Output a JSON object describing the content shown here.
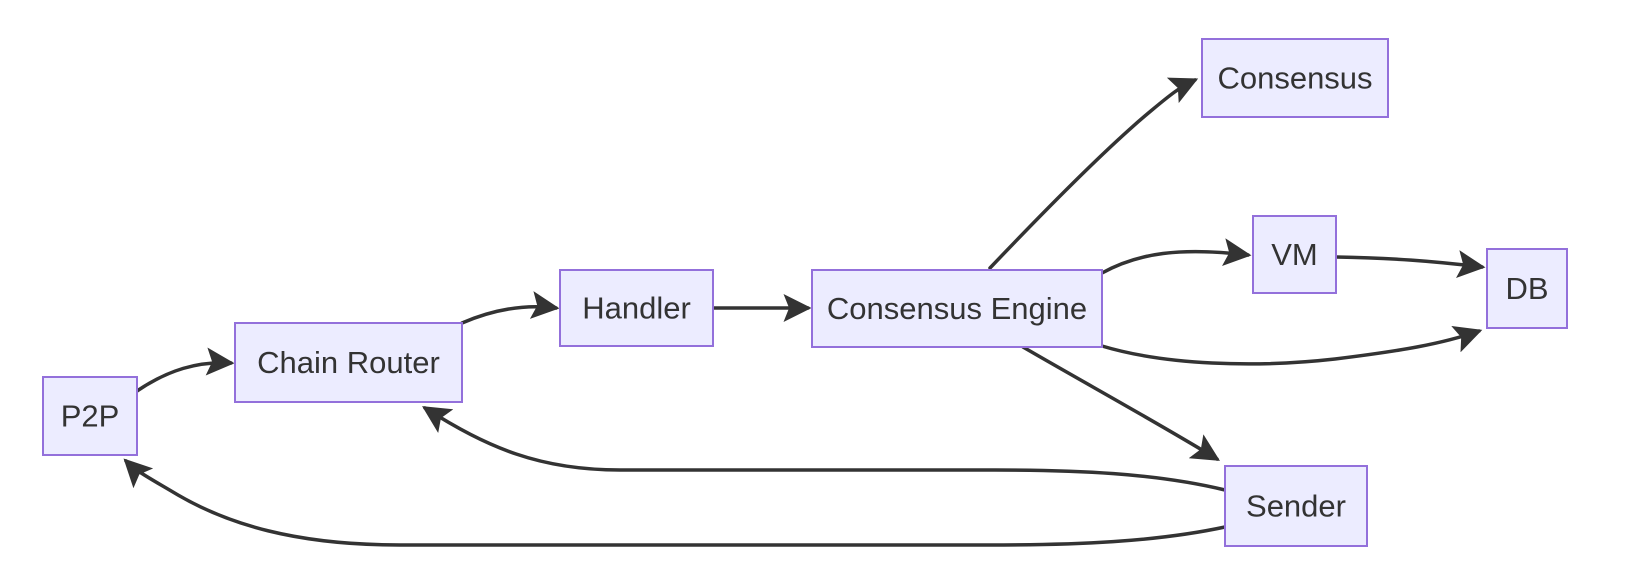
{
  "diagram": {
    "type": "flowchart",
    "direction": "left-to-right",
    "title": "",
    "nodes": [
      {
        "id": "p2p",
        "label": "P2P"
      },
      {
        "id": "chain-router",
        "label": "Chain Router"
      },
      {
        "id": "handler",
        "label": "Handler"
      },
      {
        "id": "consensus-engine",
        "label": "Consensus Engine"
      },
      {
        "id": "consensus",
        "label": "Consensus"
      },
      {
        "id": "vm",
        "label": "VM"
      },
      {
        "id": "db",
        "label": "DB"
      },
      {
        "id": "sender",
        "label": "Sender"
      }
    ],
    "edges": [
      {
        "from": "p2p",
        "to": "chain-router"
      },
      {
        "from": "chain-router",
        "to": "handler"
      },
      {
        "from": "handler",
        "to": "consensus-engine"
      },
      {
        "from": "consensus-engine",
        "to": "consensus"
      },
      {
        "from": "consensus-engine",
        "to": "vm"
      },
      {
        "from": "vm",
        "to": "db"
      },
      {
        "from": "consensus-engine",
        "to": "db"
      },
      {
        "from": "consensus-engine",
        "to": "sender"
      },
      {
        "from": "sender",
        "to": "chain-router"
      },
      {
        "from": "sender",
        "to": "p2p"
      }
    ],
    "colors": {
      "node_fill": "#ECECFF",
      "node_border": "#9370DB",
      "edge": "#333333",
      "label": "#333333",
      "background": "#FFFFFF"
    }
  }
}
